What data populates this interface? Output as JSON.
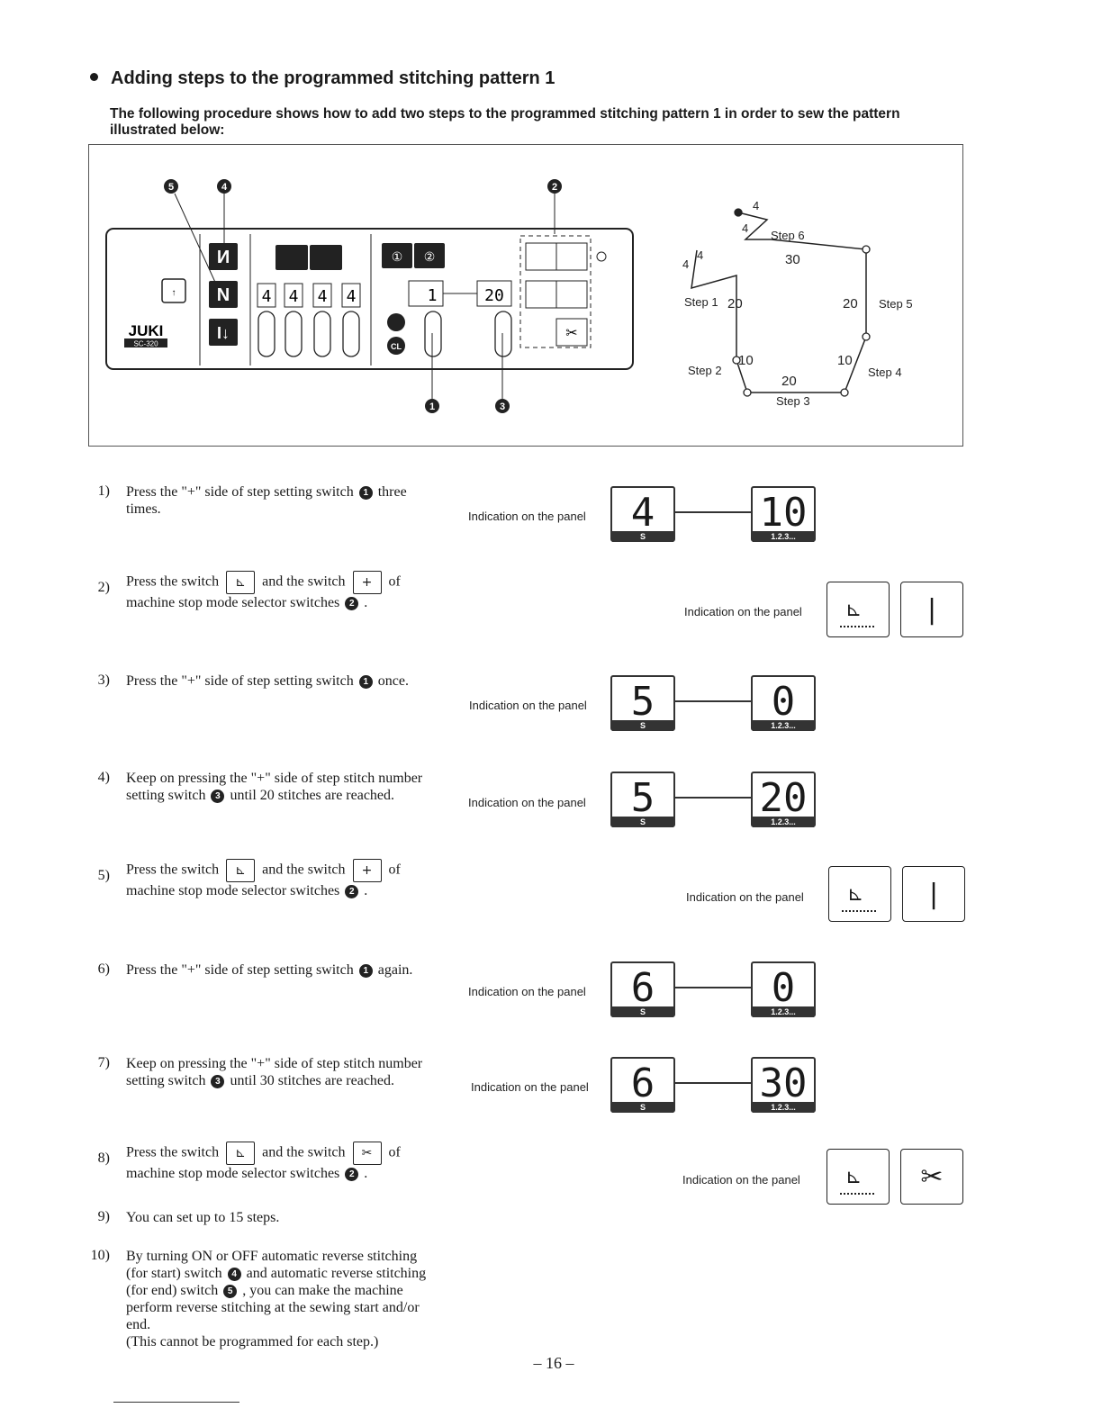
{
  "heading": "Adding steps to the programmed stitching pattern 1",
  "intro": "The following procedure shows how to add two steps to the programmed stitching pattern 1 in order to sew the pattern illustrated below:",
  "figure": {
    "markers": [
      "5",
      "4",
      "2",
      "1",
      "3"
    ],
    "panel": {
      "brand": "JUKI",
      "model": "SC-320",
      "digits": [
        "4",
        "4",
        "4",
        "4"
      ],
      "step_display": "1",
      "stitch_display": "20",
      "cl_label": "CL"
    },
    "pattern": {
      "labels": {
        "step1": "Step 1",
        "step2": "Step 2",
        "step3": "Step 3",
        "step4": "Step 4",
        "step5": "Step 5",
        "step6": "Step 6"
      },
      "numbers": {
        "top_4": "4",
        "top_inner_4": "4",
        "left_4": "4",
        "left_inner_4": "4",
        "n30": "30",
        "n20_left": "20",
        "n20_right": "20",
        "n10_left": "10",
        "n10_right": "10",
        "n20_bottom": "20"
      }
    }
  },
  "indication_label": "Indication on the panel",
  "steps": [
    {
      "num": "1)",
      "lines": [
        "Press the \"+\" side of step setting switch",
        "times."
      ],
      "marker": "1",
      "after_marker": "three",
      "left": "4",
      "right": "10"
    },
    {
      "num": "2)",
      "line1a": "Press the switch",
      "line1b": "and the switch",
      "line1c": "of",
      "line2": "machine stop mode selector switches",
      "marker": "2"
    },
    {
      "num": "3)",
      "line": "Press the \"+\" side of step setting switch",
      "marker": "1",
      "after_marker": "once.",
      "left": "5",
      "right": "0"
    },
    {
      "num": "4)",
      "lines": [
        "Keep on pressing the \"+\" side of step stitch number",
        "setting switch",
        "until 20 stitches are reached."
      ],
      "marker": "3",
      "left": "5",
      "right": "20"
    },
    {
      "num": "5)",
      "line1a": "Press the switch",
      "line1b": "and the switch",
      "line1c": "of",
      "line2": "machine stop mode selector switches",
      "marker": "2"
    },
    {
      "num": "6)",
      "line": "Press the \"+\" side of step setting switch",
      "marker": "1",
      "after_marker": "again.",
      "left": "6",
      "right": "0"
    },
    {
      "num": "7)",
      "lines": [
        "Keep on pressing the \"+\" side of step stitch number",
        "setting switch",
        "until 30 stitches are reached."
      ],
      "marker": "3",
      "left": "6",
      "right": "30"
    },
    {
      "num": "8)",
      "line1a": "Press the switch",
      "line1b": "and the switch",
      "line1c": "of",
      "line2": "machine stop mode selector switches",
      "marker": "2"
    },
    {
      "num": "9)",
      "line": "You can set up to 15 steps."
    },
    {
      "num": "10)",
      "lines": [
        "By turning ON or OFF automatic reverse stitching",
        "(for start) switch",
        "and automatic reverse stitching",
        "(for end) switch",
        ", you can make the machine",
        "perform reverse stitching at the sewing start and/or",
        "end.",
        "(This cannot be programmed for each step.)"
      ],
      "marker_a": "4",
      "marker_b": "5"
    }
  ],
  "strip_left": "S",
  "strip_right": "1.2.3...",
  "page_number": "– 16 –"
}
